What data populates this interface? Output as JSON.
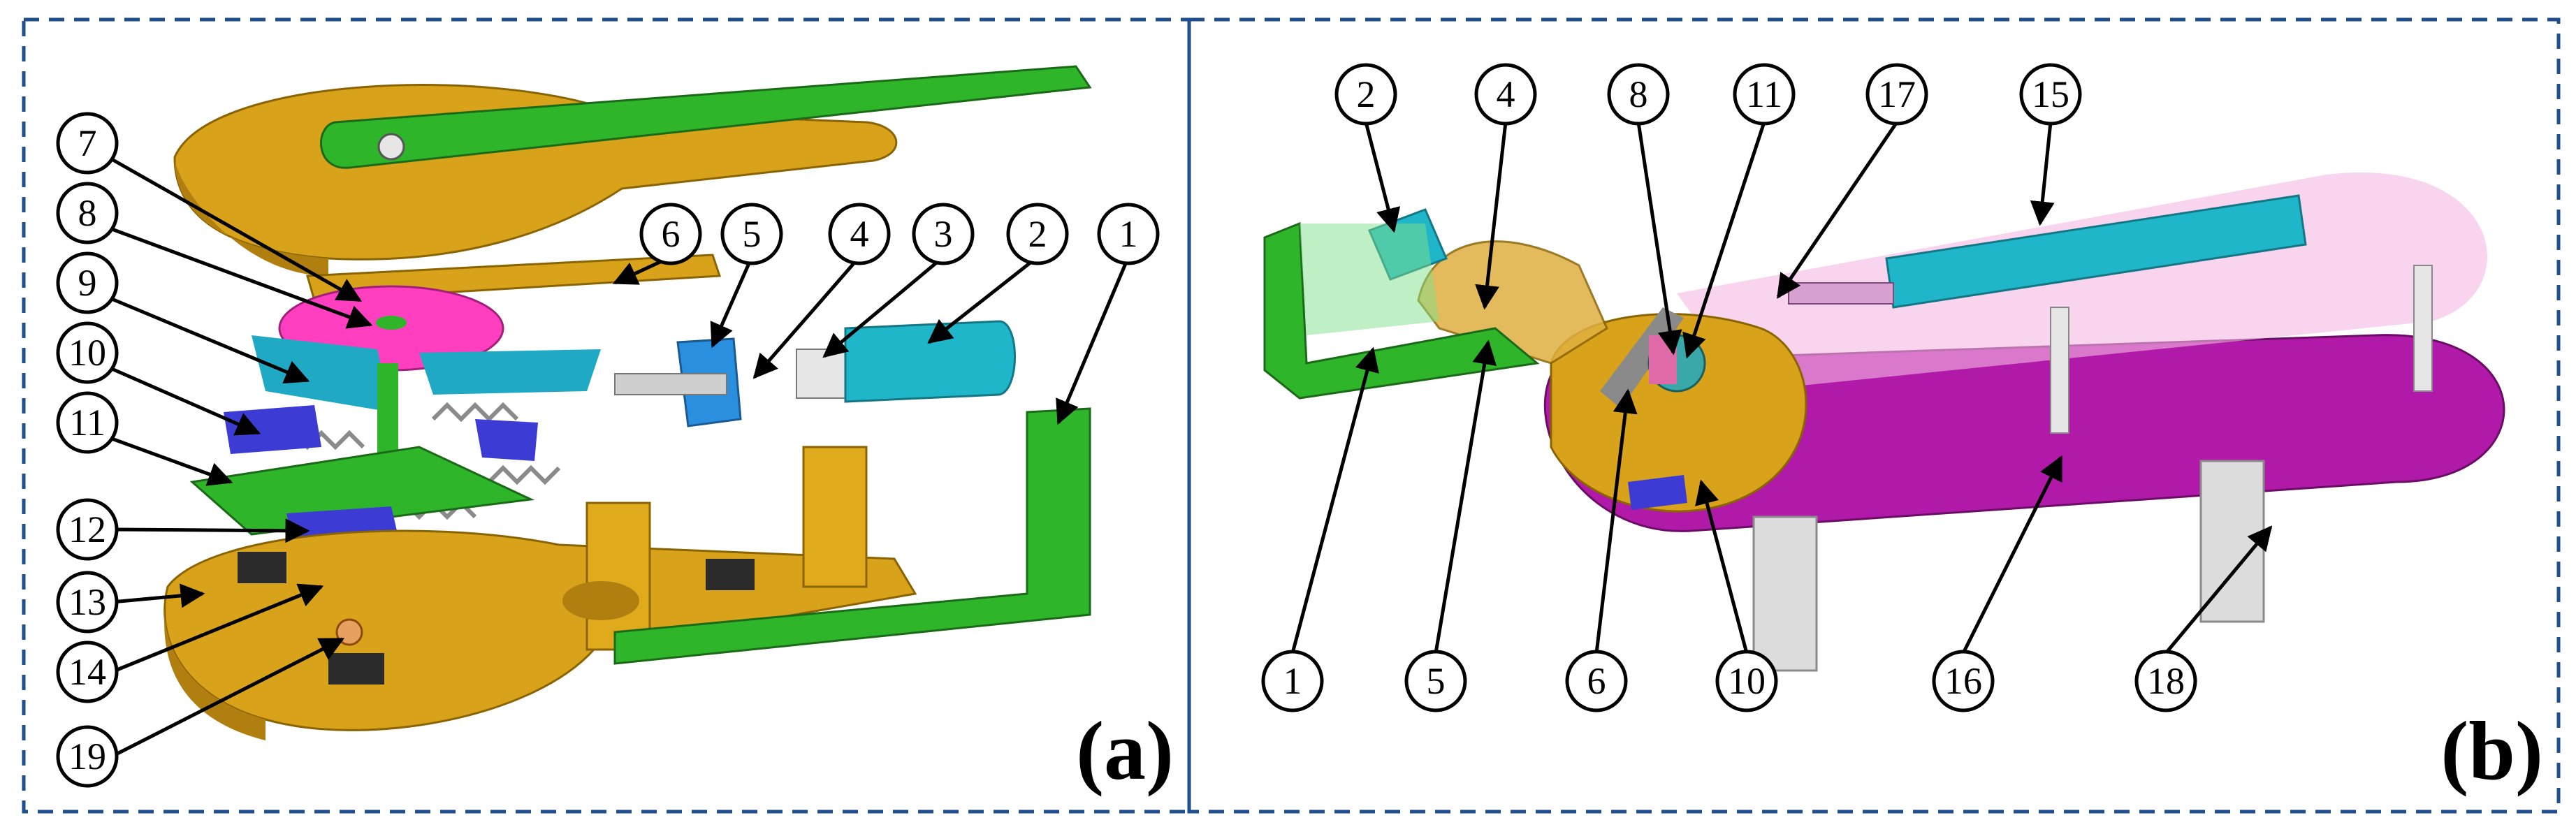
{
  "figure": {
    "panel_a": {
      "tag": "(a)",
      "callouts": [
        "7",
        "8",
        "9",
        "10",
        "11",
        "12",
        "13",
        "14",
        "19",
        "6",
        "5",
        "4",
        "3",
        "2",
        "1"
      ]
    },
    "panel_b": {
      "tag": "(b)",
      "callouts_top": [
        "2",
        "4",
        "8",
        "11",
        "17",
        "15"
      ],
      "callouts_bottom": [
        "1",
        "5",
        "6",
        "10",
        "16",
        "18"
      ]
    }
  },
  "colors": {
    "frame": "#1f4e8c",
    "base_yellow": "#d9a21b",
    "arm_green": "#2fb52a",
    "disc_magenta": "#ff3fbf",
    "actuator_blue": "#2b8fe0",
    "motor_cyan": "#20b6c9",
    "plate_purple": "#b11aa8",
    "link_violet": "#3c3cd4"
  }
}
